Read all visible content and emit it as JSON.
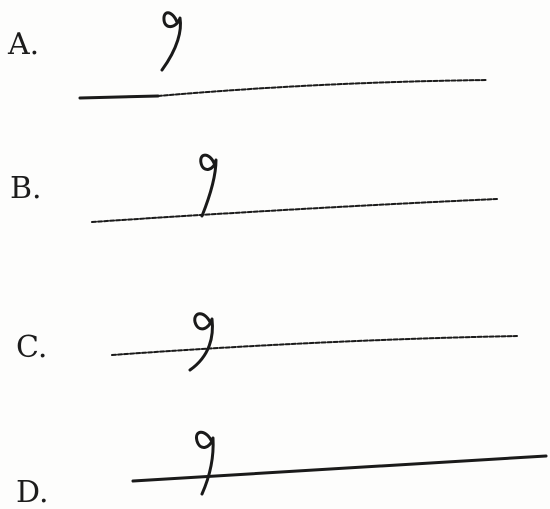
{
  "options": [
    {
      "label": "A."
    },
    {
      "label": "B."
    },
    {
      "label": "C."
    },
    {
      "label": "D."
    }
  ],
  "colors": {
    "ink": "#1a1a1a",
    "paper": "#fdfdfc"
  }
}
